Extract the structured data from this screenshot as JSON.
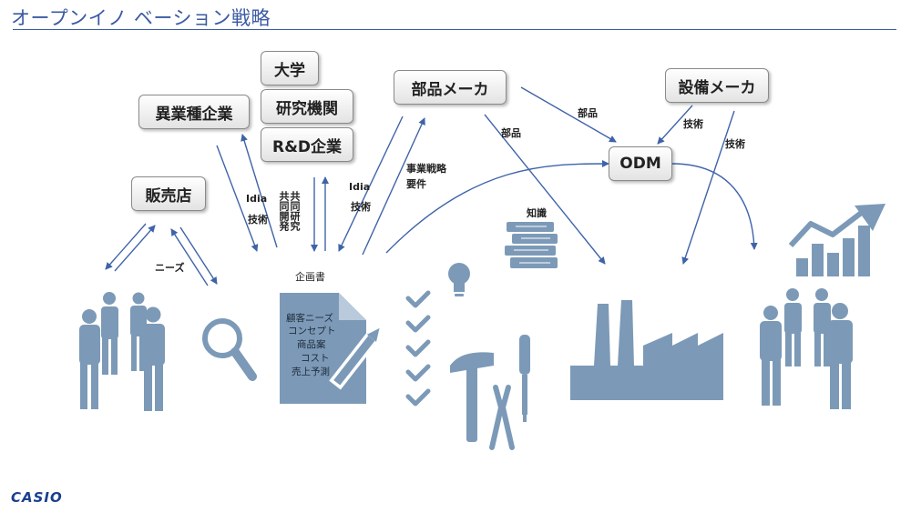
{
  "title": "オープンイノ ベーション戦略",
  "nodes": {
    "university": "大学",
    "research_institute": "研究機関",
    "rnd_company": "R&D企業",
    "other_industry": "異業種企業",
    "retailer": "販売店",
    "parts_maker": "部品メーカ",
    "equipment_maker": "設備メーカ",
    "odm": "ODM"
  },
  "labels": {
    "needs": "ニーズ",
    "idia_left": "Idia",
    "tech_left": "技術",
    "joint_dev": "共同開発",
    "joint_research": "共同研究",
    "idia_right": "Idia",
    "tech_right": "技術",
    "biz_strategy": "事業戦略",
    "requirements": "要件",
    "parts_left": "部品",
    "parts_right": "部品",
    "tech_equipment_1": "技術",
    "tech_equipment_2": "技術",
    "knowledge": "知識",
    "plan_doc": "企画書"
  },
  "document_lines": [
    "顧客ニーズ",
    "コンセプト",
    "商品案",
    "コスト",
    "売上予測"
  ],
  "icons": [
    "customer-group-icon",
    "magnifier-icon",
    "document-pencil-icon",
    "checklist-icon",
    "lightbulb-icon",
    "books-icon",
    "hammer-icon",
    "screwdriver-icon",
    "pliers-icon",
    "factory-icon",
    "growth-chart-icon",
    "end-users-group-icon"
  ],
  "logo": "CASIO",
  "colors": {
    "accent": "#3a5aa3",
    "icon_fill": "#7c9ab7",
    "arrow": "#3f63a8"
  }
}
